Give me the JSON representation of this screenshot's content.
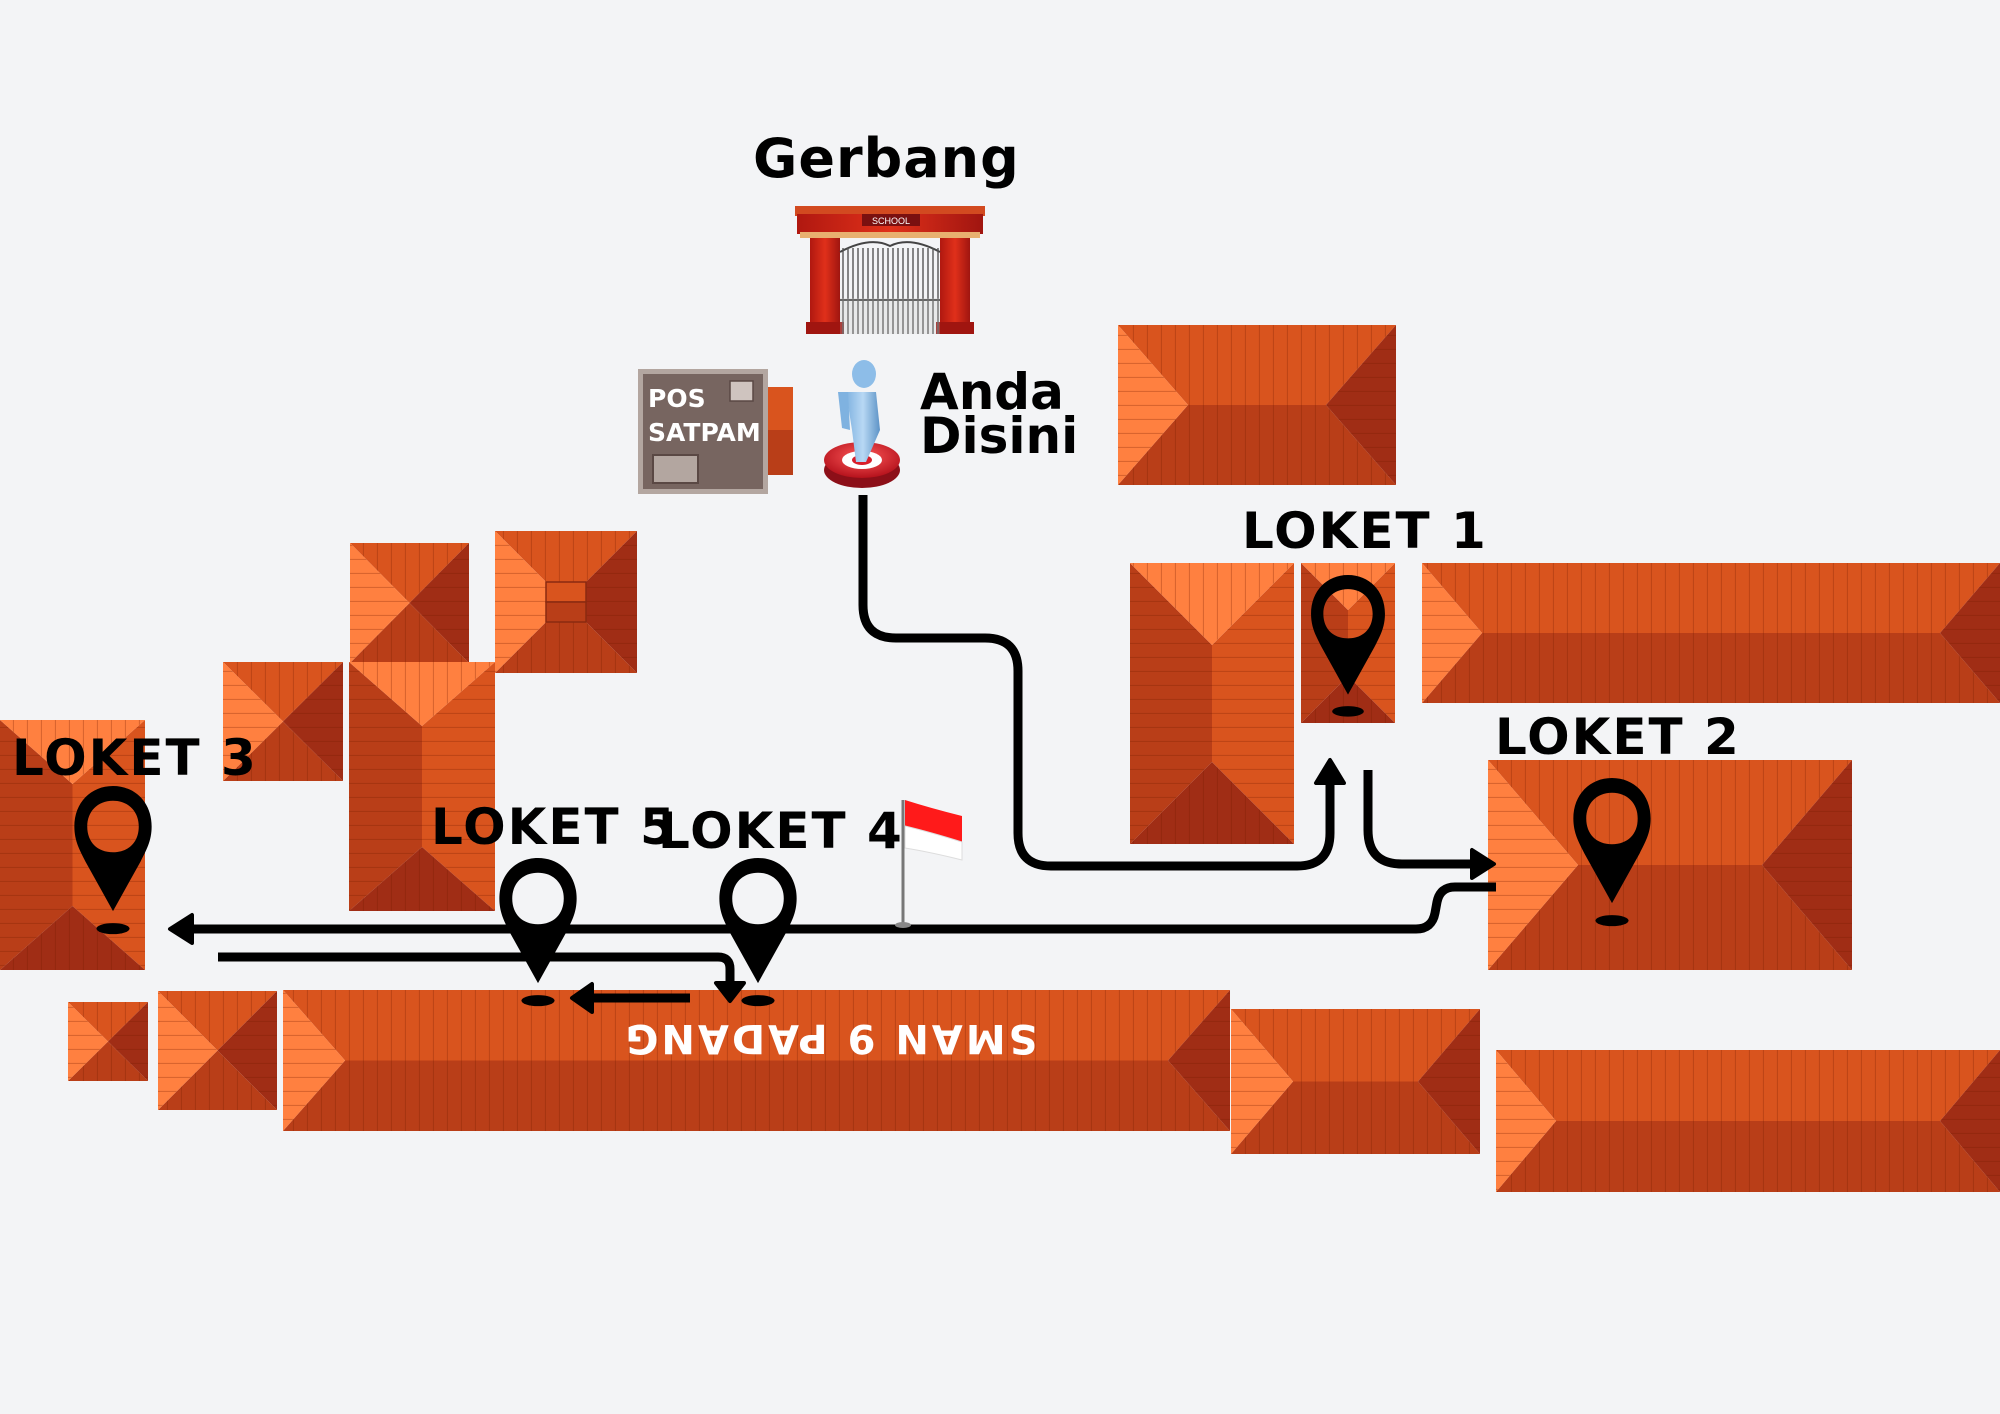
{
  "map": {
    "title": "SMAN 9 PADANG",
    "gate": {
      "label": "Gerbang",
      "sign_text": "SCHOOL"
    },
    "security_post": {
      "line1": "POS",
      "line2": "SATPAM"
    },
    "you_are_here": {
      "line1": "Anda",
      "line2": "Disini"
    },
    "counters": [
      {
        "id": "loket-1",
        "label": "LOKET 1"
      },
      {
        "id": "loket-2",
        "label": "LOKET 2"
      },
      {
        "id": "loket-3",
        "label": "LOKET 3"
      },
      {
        "id": "loket-4",
        "label": "LOKET 4"
      },
      {
        "id": "loket-5",
        "label": "LOKET 5"
      }
    ],
    "flag": {
      "name": "Indonesia",
      "colors": [
        "#ff1a1a",
        "#ffffff"
      ]
    }
  },
  "colors": {
    "background": "#f3f4f6",
    "roof_light": "#ff8040",
    "roof_top": "#d9541e",
    "roof_bottom": "#b93e18",
    "roof_dark": "#a02d15",
    "route": "#000000",
    "post": "#776560"
  }
}
